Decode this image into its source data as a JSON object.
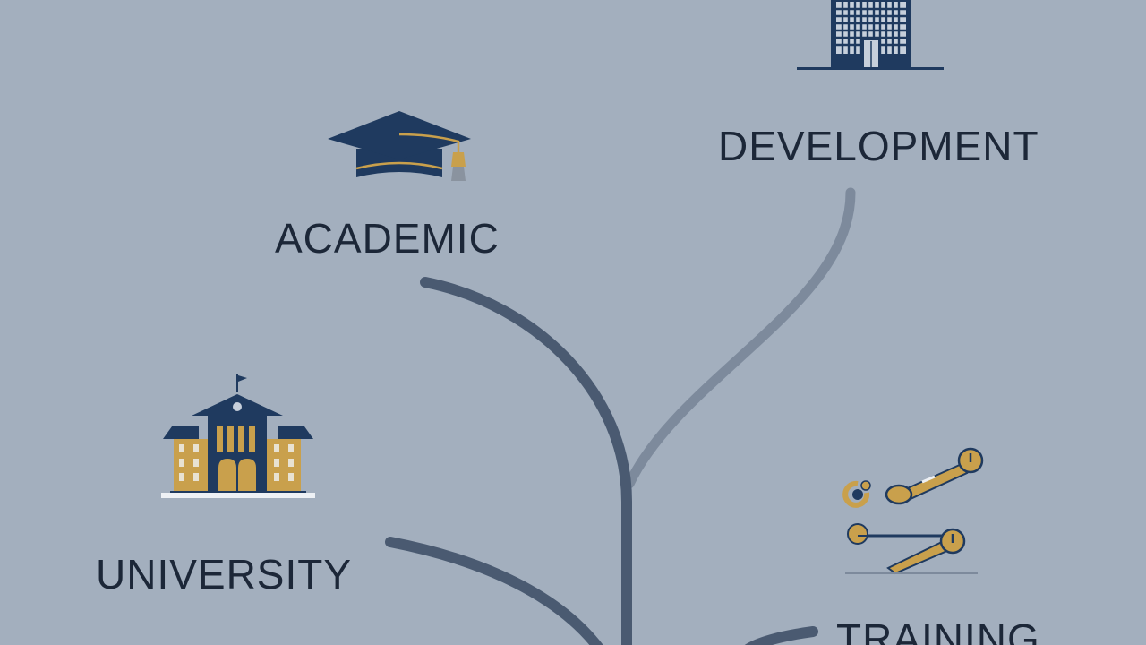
{
  "nodes": {
    "development": {
      "label": "DEVELOPMENT",
      "icon": "office-building-icon"
    },
    "academic": {
      "label": "ACADEMIC",
      "icon": "graduation-cap-icon"
    },
    "university": {
      "label": "UNIVERSITY",
      "icon": "university-building-icon"
    },
    "training": {
      "label": "TRAINING",
      "icon": "wrench-tools-icon"
    }
  },
  "colors": {
    "background": "#a3afbe",
    "navy": "#1f3a5f",
    "text": "#1c2738",
    "gold": "#c9a04c",
    "trunk": "#4a5a71",
    "light_branch": "#7d8a9c"
  }
}
